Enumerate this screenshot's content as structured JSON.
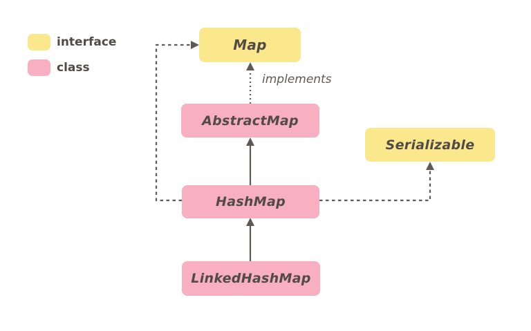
{
  "colors": {
    "interface_fill": "#fbe78c",
    "class_fill": "#f9afc2",
    "label_text": "#504b47",
    "connector": "#5e5954",
    "background": "#ffffff"
  },
  "legend": {
    "items": [
      {
        "label": "interface",
        "type": "interface"
      },
      {
        "label": "class",
        "type": "class"
      }
    ]
  },
  "diagram": {
    "nodes": [
      {
        "id": "map",
        "label": "Map",
        "type": "interface"
      },
      {
        "id": "abstractmap",
        "label": "AbstractMap",
        "type": "class"
      },
      {
        "id": "serializable",
        "label": "Serializable",
        "type": "interface"
      },
      {
        "id": "hashmap",
        "label": "HashMap",
        "type": "class"
      },
      {
        "id": "linkedhashmap",
        "label": "LinkedHashMap",
        "type": "class"
      }
    ],
    "edges": [
      {
        "from": "LinkedHashMap",
        "to": "HashMap",
        "style": "solid",
        "relation": "extends"
      },
      {
        "from": "HashMap",
        "to": "AbstractMap",
        "style": "solid",
        "relation": "extends"
      },
      {
        "from": "AbstractMap",
        "to": "Map",
        "style": "dotted",
        "relation": "implements",
        "label": "implements"
      },
      {
        "from": "HashMap",
        "to": "Map",
        "style": "dashed",
        "relation": "implements"
      },
      {
        "from": "HashMap",
        "to": "Serializable",
        "style": "dashed",
        "relation": "implements"
      }
    ],
    "edge_label": "implements"
  }
}
